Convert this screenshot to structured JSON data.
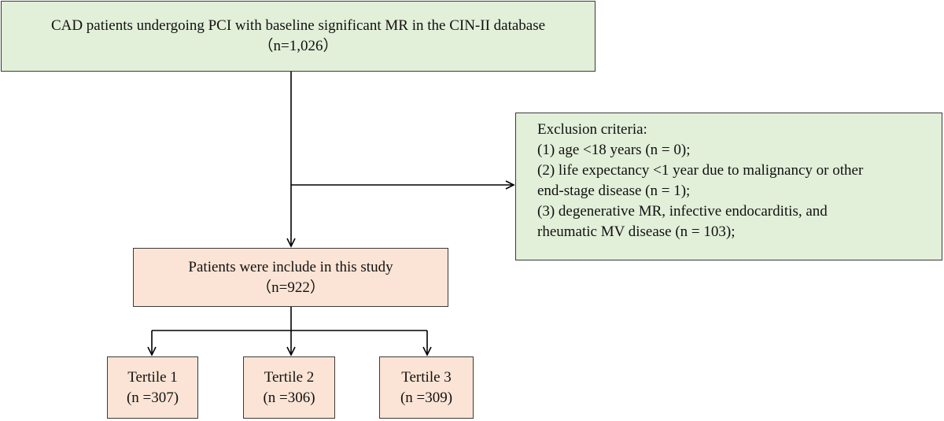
{
  "top_box": {
    "line1": "CAD patients undergoing PCI with baseline significant MR in the CIN-II database",
    "line2": "（n=1,026）"
  },
  "exclusion_box": {
    "title": "Exclusion criteria:",
    "lines": [
      "(1) age <18 years (n = 0);",
      "(2) life expectancy <1 year due to malignancy or other",
      "end-stage disease (n = 1);",
      "(3) degenerative MR, infective endocarditis, and",
      "rheumatic MV disease (n = 103);"
    ]
  },
  "included_box": {
    "line1": "Patients were include in this study",
    "line2": "（n=922）"
  },
  "tertiles": [
    {
      "label": "Tertile 1",
      "count": "(n =307)"
    },
    {
      "label": "Tertile 2",
      "count": "(n =306)"
    },
    {
      "label": "Tertile 3",
      "count": "(n =309)"
    }
  ],
  "colors": {
    "green_fill": "#e2efd9",
    "peach_fill": "#fbe4d5",
    "border": "#3a3a3a",
    "arrow": "#000000"
  }
}
